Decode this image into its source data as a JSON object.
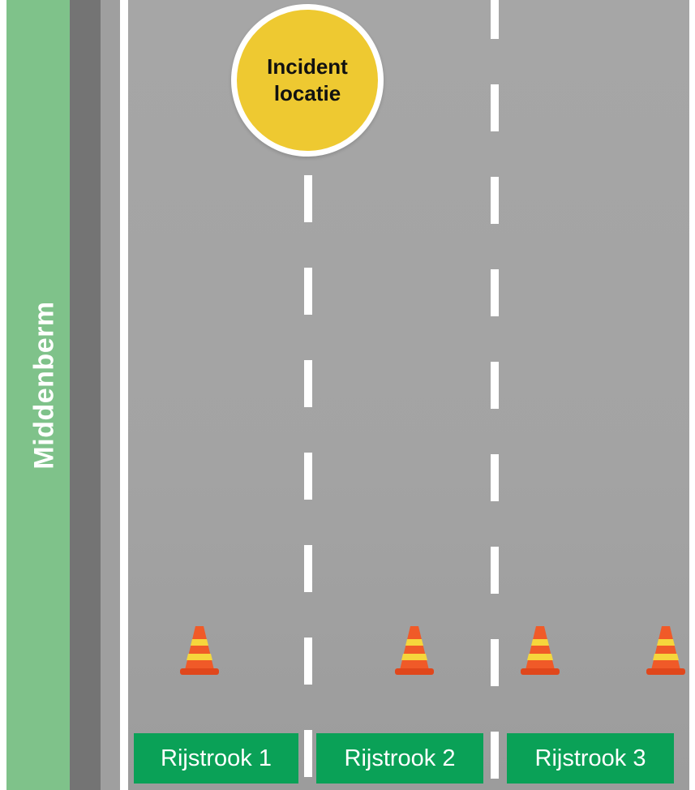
{
  "median": {
    "label": "Middenberm",
    "color": "#7fc28a"
  },
  "incident": {
    "line1": "Incident",
    "line2": "locatie",
    "color": "#eec931"
  },
  "lanes": [
    {
      "label": "Rijstrook 1"
    },
    {
      "label": "Rijstrook 2"
    },
    {
      "label": "Rijstrook 3"
    }
  ],
  "cones": {
    "count": 4,
    "body_color": "#f05a28",
    "stripe_color": "#f6d63c"
  },
  "colors": {
    "road": "#a5a5a5",
    "lane_label_bg": "#0aa157",
    "marking": "#ffffff"
  }
}
